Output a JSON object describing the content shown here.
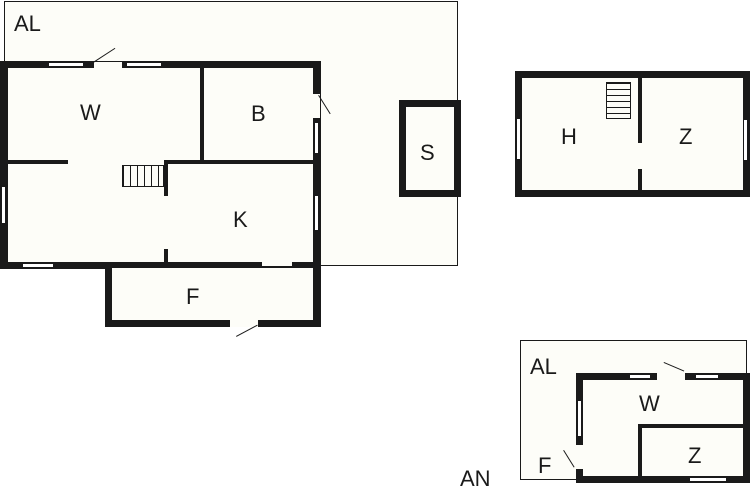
{
  "plan_1": {
    "outside_label": "AL",
    "rooms": {
      "w": "W",
      "b": "B",
      "k": "K",
      "f": "F",
      "s": "S"
    }
  },
  "plan_2": {
    "rooms": {
      "h": "H",
      "z": "Z"
    }
  },
  "plan_3": {
    "outside_label": "AL",
    "annex_label": "AN",
    "rooms": {
      "w": "W",
      "z": "Z",
      "f": "F"
    }
  },
  "colors": {
    "wall": "#1a1a1a",
    "floor": "#fdfdf8",
    "background": "#ffffff"
  }
}
